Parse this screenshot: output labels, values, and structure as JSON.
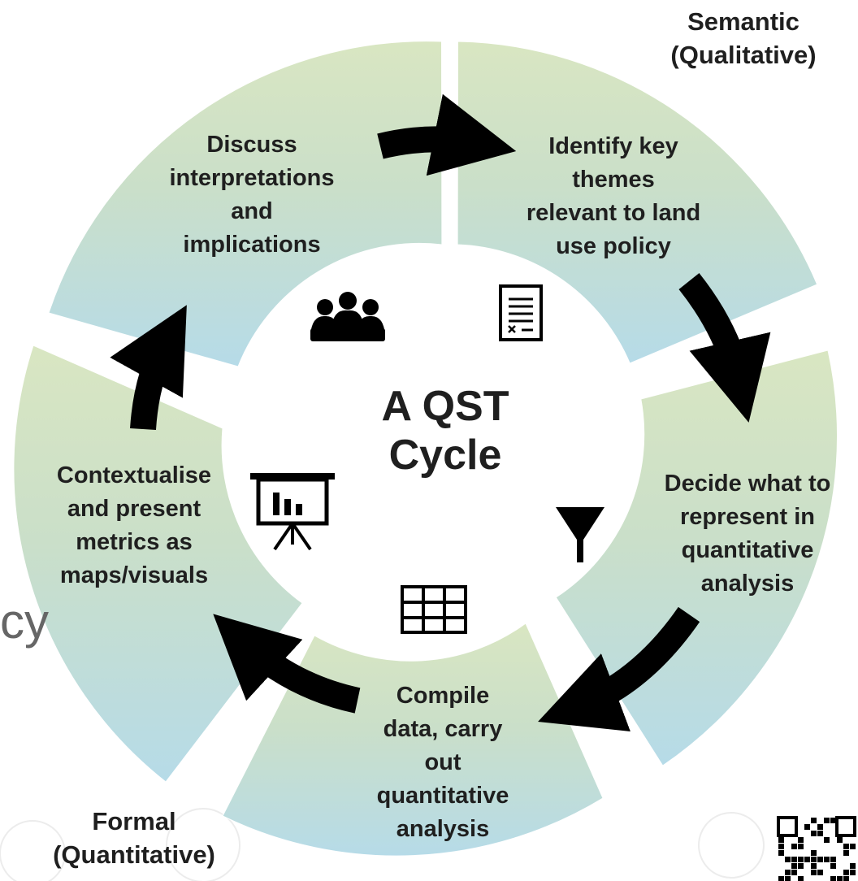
{
  "center": {
    "line1": "A QST",
    "line2": "Cycle"
  },
  "corner_labels": {
    "semantic_line1": "Semantic",
    "semantic_line2": "(Qualitative)",
    "formal_line1": "Formal",
    "formal_line2": "(Quantitative)"
  },
  "steps": [
    {
      "id": "identify",
      "lines": [
        "Identify key",
        "themes",
        "relevant to land",
        "use policy"
      ],
      "icon": "document-icon"
    },
    {
      "id": "decide",
      "lines": [
        "Decide what to",
        "represent in",
        "quantitative",
        "analysis"
      ],
      "icon": "funnel-icon"
    },
    {
      "id": "compile",
      "lines": [
        "Compile",
        "data, carry",
        "out",
        "quantitative",
        "analysis"
      ],
      "icon": "table-grid-icon"
    },
    {
      "id": "present",
      "lines": [
        "Contextualise",
        "and present",
        "metrics as",
        "maps/visuals"
      ],
      "icon": "presentation-board-icon"
    },
    {
      "id": "discuss",
      "lines": [
        "Discuss",
        "interpretations",
        "and",
        "implications"
      ],
      "icon": "people-meeting-icon"
    }
  ],
  "background_fragment": "cy",
  "colors": {
    "top_green": "#d7e4c0",
    "bottom_blue": "#b8dbe6",
    "arrow": "#000000",
    "text": "#1f1f1f"
  }
}
